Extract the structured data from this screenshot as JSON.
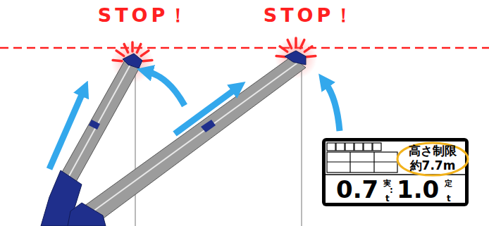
{
  "diagram": {
    "nodes": [
      {
        "text": [
          "0.7",
          "実",
          "t",
          ":",
          "1.0",
          "定",
          "t"
        ]
      },
      {
        "text": [
          "高さ制限",
          "約7.7m"
        ],
        "in": 0
      }
    ],
    "labels": [
      "STOP！",
      "STOP！"
    ]
  }
}
